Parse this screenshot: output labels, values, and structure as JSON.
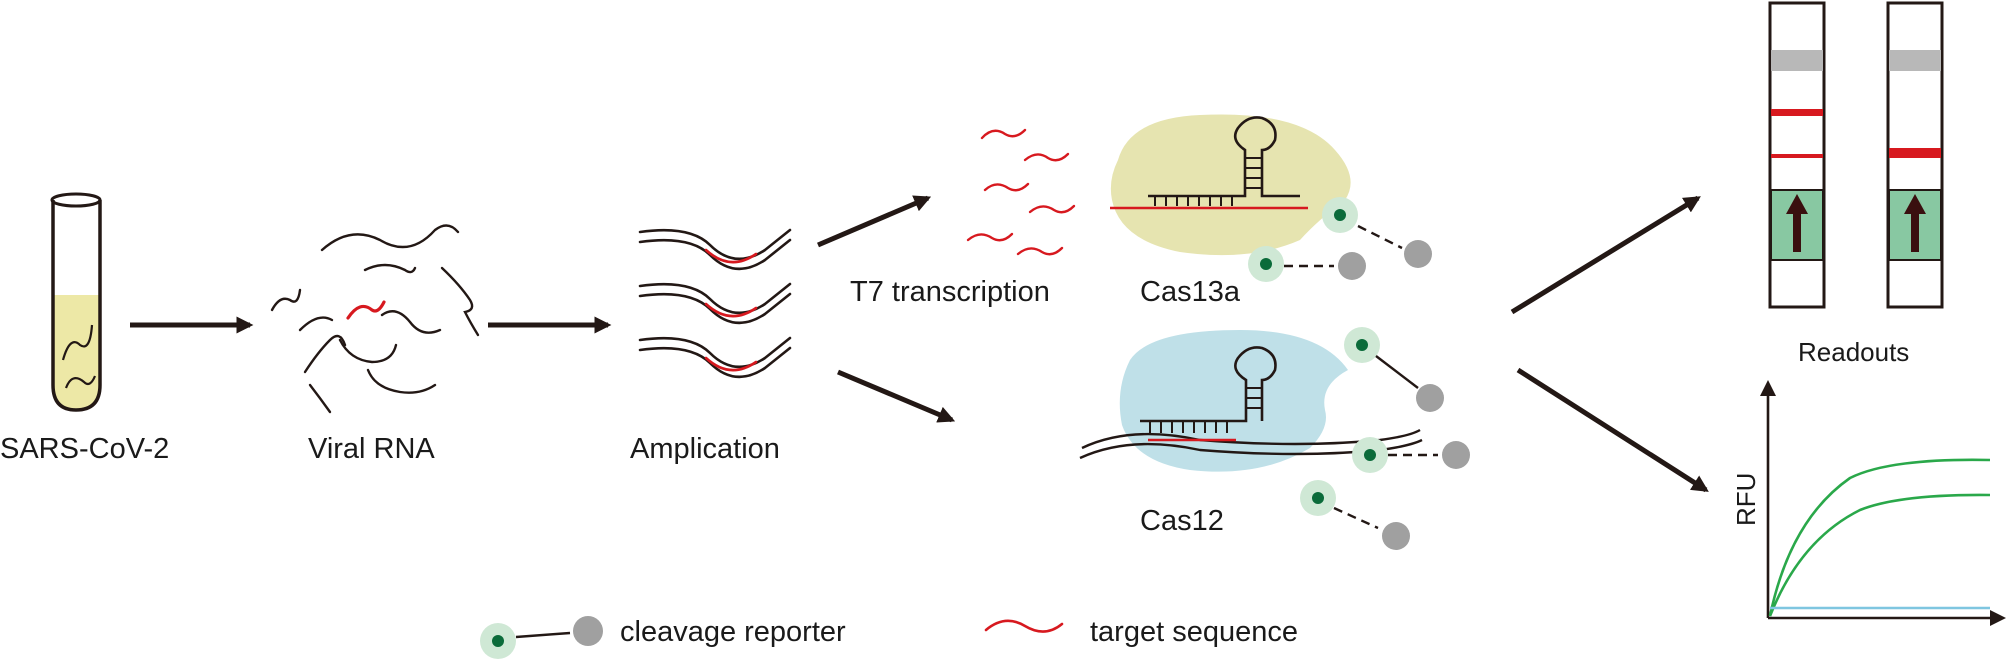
{
  "labels": {
    "sample": "SARS-CoV-2",
    "viral_rna": "Viral RNA",
    "amplication": "Amplication",
    "t7": "T7 transcription",
    "cas13a": "Cas13a",
    "cas12": "Cas12",
    "readouts": "Readouts",
    "rfu_axis": "RFU"
  },
  "legend": {
    "reporter": "cleavage reporter",
    "target": "target sequence"
  },
  "colors": {
    "arrow": "#231815",
    "target_red": "#d7191f",
    "reporter_green": "#0b6b3a",
    "reporter_halo": "#cfe8d5",
    "reporter_quencher": "#a0a0a0",
    "cas13a_body": "#e6e4b0",
    "cas12_body": "#bfe0e8",
    "tube_fill": "#ede8a6",
    "strip_window": "#88c8a2",
    "strip_arrow": "#3a0f0f",
    "strip_control_band": "#b8b8b8",
    "curve_high": "#2aa84a",
    "curve_low": "#2aa84a",
    "curve_neg": "#7fc6e0"
  }
}
